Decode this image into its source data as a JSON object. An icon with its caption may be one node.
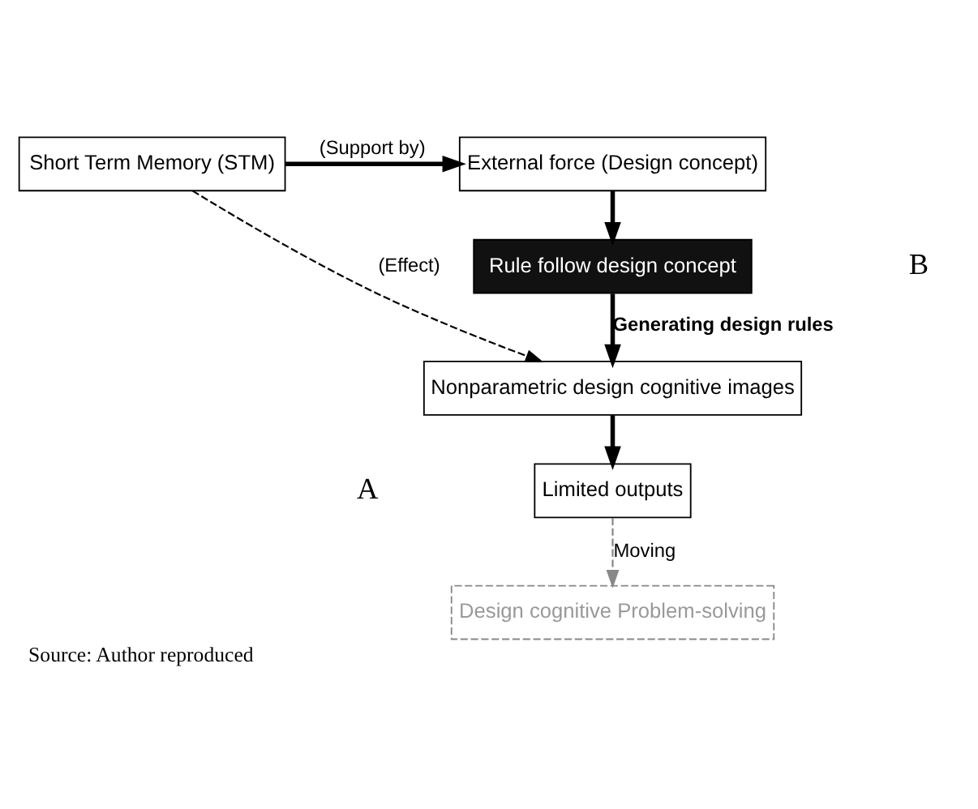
{
  "diagram": {
    "caption": "Source: Author reproduced",
    "nodes": [
      {
        "text": [
          "Short Term Memory (STM)"
        ]
      },
      {
        "text": [
          "External force (Design concept)"
        ]
      },
      {
        "text": [
          "Rule follow design concept"
        ]
      },
      {
        "text": [
          "Nonparametric design cognitive images"
        ]
      },
      {
        "text": [
          "Limited outputs"
        ]
      },
      {
        "text": [
          "Design cognitive Problem-solving"
        ]
      }
    ],
    "edges": [
      {
        "from": 0,
        "to": 1,
        "arrow": "to",
        "label": "(Support by)"
      },
      {
        "from": 1,
        "to": 2,
        "arrow": "to"
      },
      {
        "from": 2,
        "to": 3,
        "arrow": "to",
        "label": "Generating design rules"
      },
      {
        "from": 0,
        "to": 3,
        "arrow": "to",
        "label": "(Effect)",
        "style": "dashed"
      },
      {
        "from": 3,
        "to": 4,
        "arrow": "to"
      },
      {
        "from": 4,
        "to": 5,
        "arrow": "to",
        "label": "Moving",
        "style": "dashed",
        "color": "#888888"
      }
    ],
    "labels": [
      "B",
      "A"
    ]
  }
}
